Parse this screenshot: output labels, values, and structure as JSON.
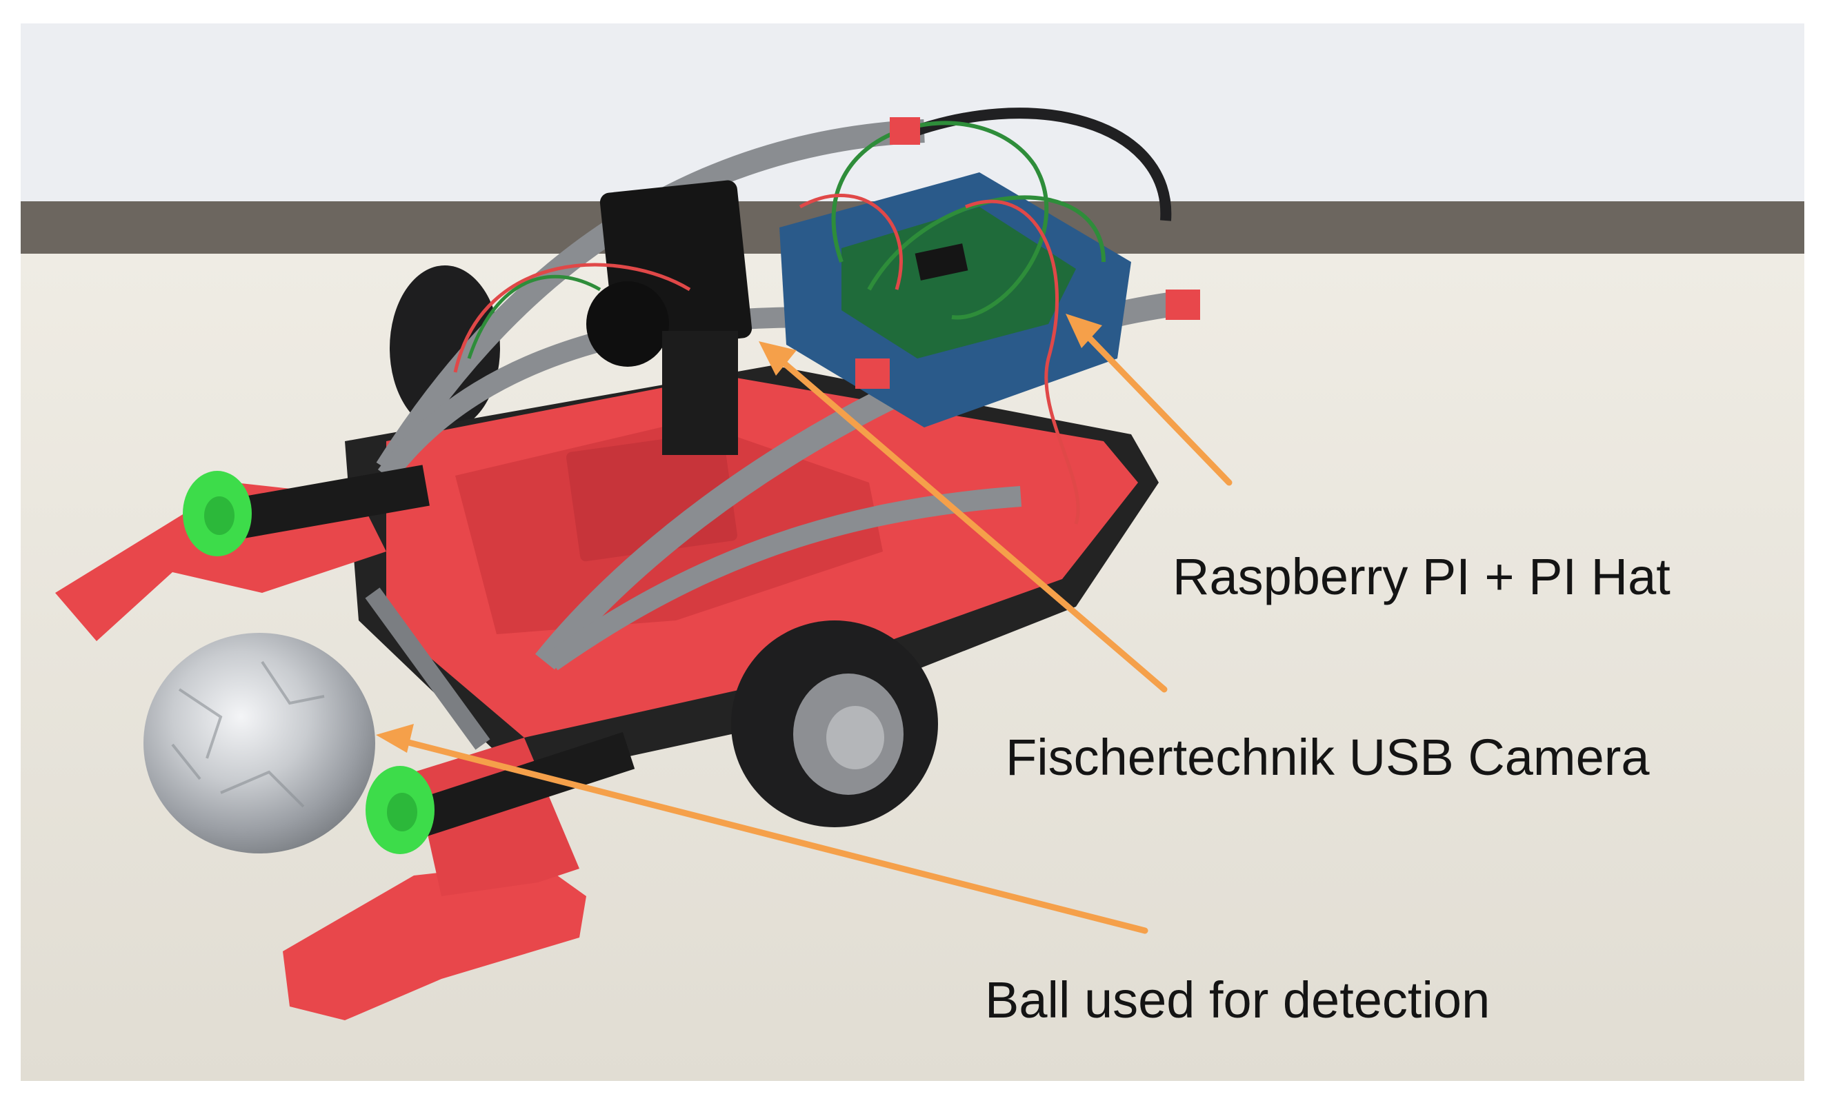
{
  "annotations": {
    "raspberry_pi": "Raspberry PI + PI Hat",
    "camera": "Fischertechnik USB Camera",
    "ball": "Ball used for detection"
  },
  "colors": {
    "arrow": "#f5a04a",
    "robot_red": "#e8474b",
    "strut_gray": "#8a8d91",
    "tire_black": "#1e1e1f",
    "wall": "#eceef2",
    "desk": "#e6e2d8",
    "green_wheel": "#3ddc4a"
  }
}
